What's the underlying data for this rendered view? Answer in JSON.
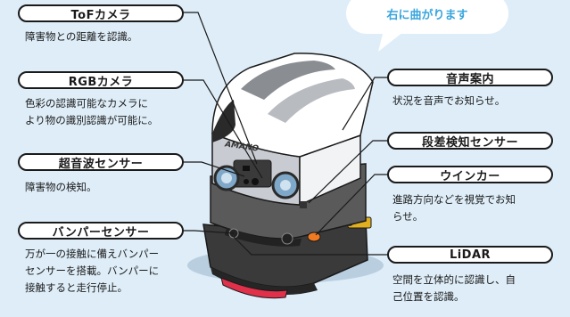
{
  "speech_bubble": "右に曲がります",
  "robot_brand": "AMANO",
  "labels": [
    {
      "title": "ToFカメラ",
      "desc": [
        "障害物との距離を認識。"
      ]
    },
    {
      "title": "RGBカメラ",
      "desc": [
        "色彩の認識可能なカメラに",
        "より物の識別認識が可能に。"
      ]
    },
    {
      "title": "超音波センサー",
      "desc": [
        "障害物の検知。"
      ]
    },
    {
      "title": "バンパーセンサー",
      "desc": [
        "万が一の接触に備えバンパー",
        "センサーを搭載。バンパーに",
        "接触すると走行停止。"
      ]
    },
    {
      "title": "音声案内",
      "desc": [
        "状況を音声でお知らせ。"
      ]
    },
    {
      "title": "段差検知センサー",
      "desc": [
        ""
      ]
    },
    {
      "title": "ウインカー",
      "desc": [
        "進路方向などを視覚でお知",
        "らせ。"
      ]
    },
    {
      "title": "LiDAR",
      "desc": [
        "空間を立体的に認識し、自",
        "己位置を認識。"
      ]
    }
  ]
}
